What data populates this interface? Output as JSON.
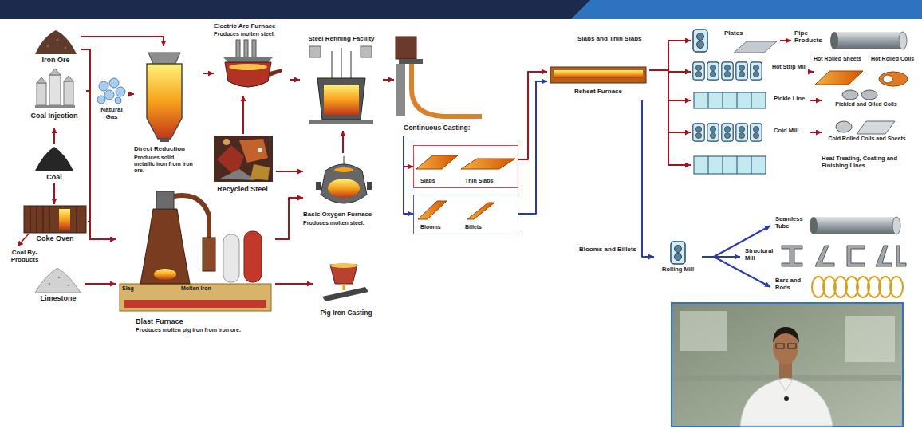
{
  "diagram": {
    "nodes": [
      {
        "text": [
          "Iron Ore"
        ]
      },
      {
        "text": [
          "Coal Injection"
        ]
      },
      {
        "text": [
          "Coal"
        ]
      },
      {
        "text": [
          "Coke Oven"
        ]
      },
      {
        "text": [
          "Limestone"
        ]
      },
      {
        "text": [
          "Natural Gas"
        ]
      },
      {
        "text": [
          "Direct Reduction",
          "Produces solid, metallic iron from iron ore."
        ]
      },
      {
        "text": [
          "Electric Arc Furnace",
          "Produces molten steel."
        ]
      },
      {
        "text": [
          "Recycled Steel"
        ]
      },
      {
        "text": [
          "Steel Refining Facility"
        ]
      },
      {
        "text": [
          "Basic Oxygen Furnace",
          "Produces molten steel."
        ]
      },
      {
        "text": [
          "Slag",
          "Molten Iron",
          "Blast Furnace",
          "Produces molten pig iron from iron ore."
        ]
      },
      {
        "text": [
          "Pig Iron Casting"
        ]
      },
      {
        "text": [
          "Continuous Casting:"
        ]
      },
      {
        "text": [
          "Slabs",
          "Thin Slabs"
        ]
      },
      {
        "text": [
          "Blooms",
          "Billets"
        ]
      },
      {
        "text": [
          "Reheat Furnace"
        ]
      },
      {
        "text": [
          "Plates"
        ]
      },
      {
        "text": [
          "Pipe Products"
        ]
      },
      {
        "text": [
          "Hot Strip Mill"
        ]
      },
      {
        "text": [
          "Hot Rolled Sheets"
        ]
      },
      {
        "text": [
          "Hot Rolled Coils"
        ]
      },
      {
        "text": [
          "Pickle Line"
        ]
      },
      {
        "text": [
          "Pickled and Oiled Coils"
        ]
      },
      {
        "text": [
          "Cold Mill"
        ]
      },
      {
        "text": [
          "Cold Rolled Coils and Sheets"
        ]
      },
      {
        "text": [
          "Heat Treating, Coating and Finishing Lines"
        ]
      },
      {
        "text": [
          "Rolling Mill"
        ]
      },
      {
        "text": [
          "Seamless Tube"
        ]
      },
      {
        "text": [
          "Structural Mill"
        ]
      },
      {
        "text": [
          "Bars and Rods"
        ]
      }
    ],
    "edges": [
      {
        "from": 0,
        "to": 6,
        "arrow": "to"
      },
      {
        "from": 0,
        "to": 11,
        "arrow": "to"
      },
      {
        "from": 1,
        "to": 11,
        "arrow": "to"
      },
      {
        "from": 2,
        "to": 1,
        "arrow": "to"
      },
      {
        "from": 2,
        "to": 3,
        "arrow": "to"
      },
      {
        "from": 3,
        "to": 11,
        "arrow": "to"
      },
      {
        "from": 4,
        "to": 11,
        "arrow": "to"
      },
      {
        "from": 5,
        "to": 6,
        "arrow": "to"
      },
      {
        "from": 6,
        "to": 7,
        "arrow": "to"
      },
      {
        "from": 7,
        "to": 9,
        "arrow": "to"
      },
      {
        "from": 8,
        "to": 7,
        "arrow": "to"
      },
      {
        "from": 8,
        "to": 10,
        "arrow": "to"
      },
      {
        "from": 11,
        "to": 10,
        "arrow": "to"
      },
      {
        "from": 11,
        "to": 12,
        "arrow": "to"
      },
      {
        "from": 10,
        "to": 9,
        "arrow": "to"
      },
      {
        "from": 9,
        "to": 13,
        "arrow": "to"
      },
      {
        "from": 13,
        "to": 14,
        "arrow": "to"
      },
      {
        "from": 13,
        "to": 15,
        "arrow": "to"
      },
      {
        "from": 14,
        "to": 16,
        "arrow": "to"
      },
      {
        "from": 15,
        "to": 16,
        "arrow": "to"
      },
      {
        "from": 16,
        "to": 17,
        "arrow": "to"
      },
      {
        "from": 16,
        "to": 19,
        "arrow": "to"
      },
      {
        "from": 16,
        "to": 22,
        "arrow": "to"
      },
      {
        "from": 16,
        "to": 24,
        "arrow": "to"
      },
      {
        "from": 16,
        "to": 26,
        "arrow": "to"
      },
      {
        "from": 16,
        "to": 27,
        "label": "Blooms and Billets",
        "arrow": "to"
      },
      {
        "from": 17,
        "to": 18,
        "arrow": "to"
      },
      {
        "from": 19,
        "to": 20,
        "arrow": "to"
      },
      {
        "from": 22,
        "to": 23,
        "arrow": "to"
      },
      {
        "from": 24,
        "to": 25,
        "arrow": "to"
      },
      {
        "from": 27,
        "to": 28,
        "arrow": "to"
      },
      {
        "from": 27,
        "to": 29,
        "arrow": "to"
      },
      {
        "from": 27,
        "to": 30,
        "arrow": "to"
      }
    ],
    "labels": [
      "Coal By-Products",
      "Slabs and Thin Slabs"
    ]
  }
}
